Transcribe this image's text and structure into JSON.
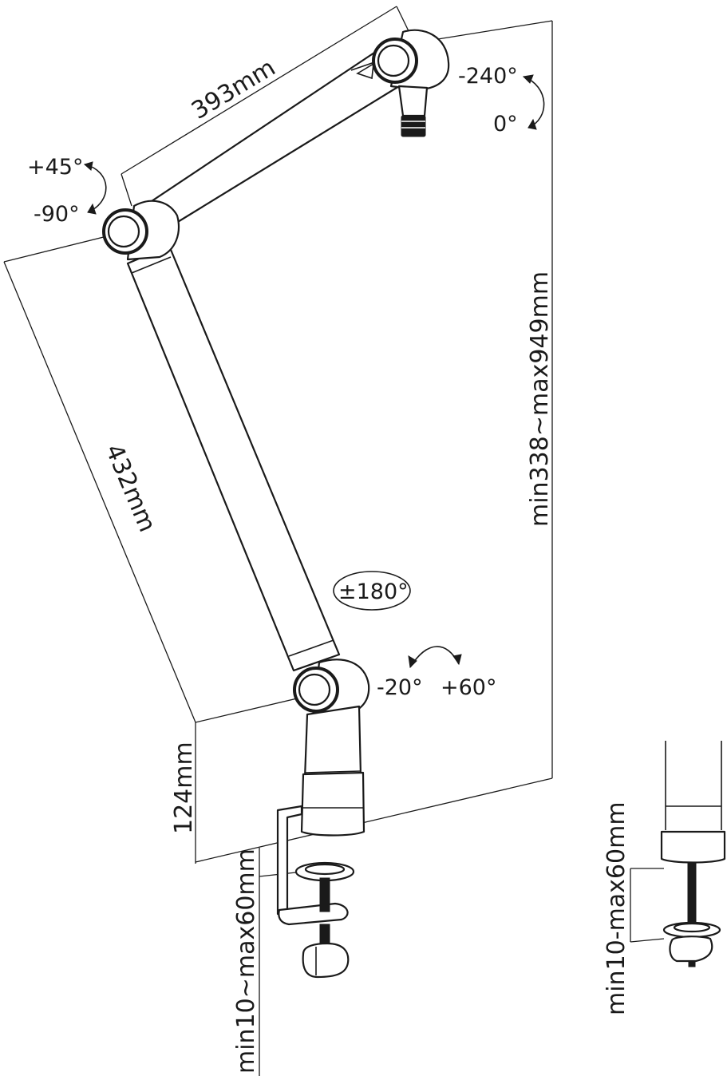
{
  "dimensions": {
    "upper_arm": "393mm",
    "lower_arm": "432mm",
    "height_range": "min338~max949mm",
    "base_height": "124mm",
    "clamp_range": "min10~max60mm",
    "clamp_range_detail": "min10-max60mm"
  },
  "angles": {
    "head_tilt_top": "-240°",
    "head_tilt_bottom": "0°",
    "elbow_up": "+45°",
    "elbow_down": "-90°",
    "base_rotation": "±180°",
    "base_tilt_back": "-20°",
    "base_tilt_forward": "+60°"
  },
  "colors": {
    "line": "#1a1a1a",
    "background": "#ffffff"
  }
}
